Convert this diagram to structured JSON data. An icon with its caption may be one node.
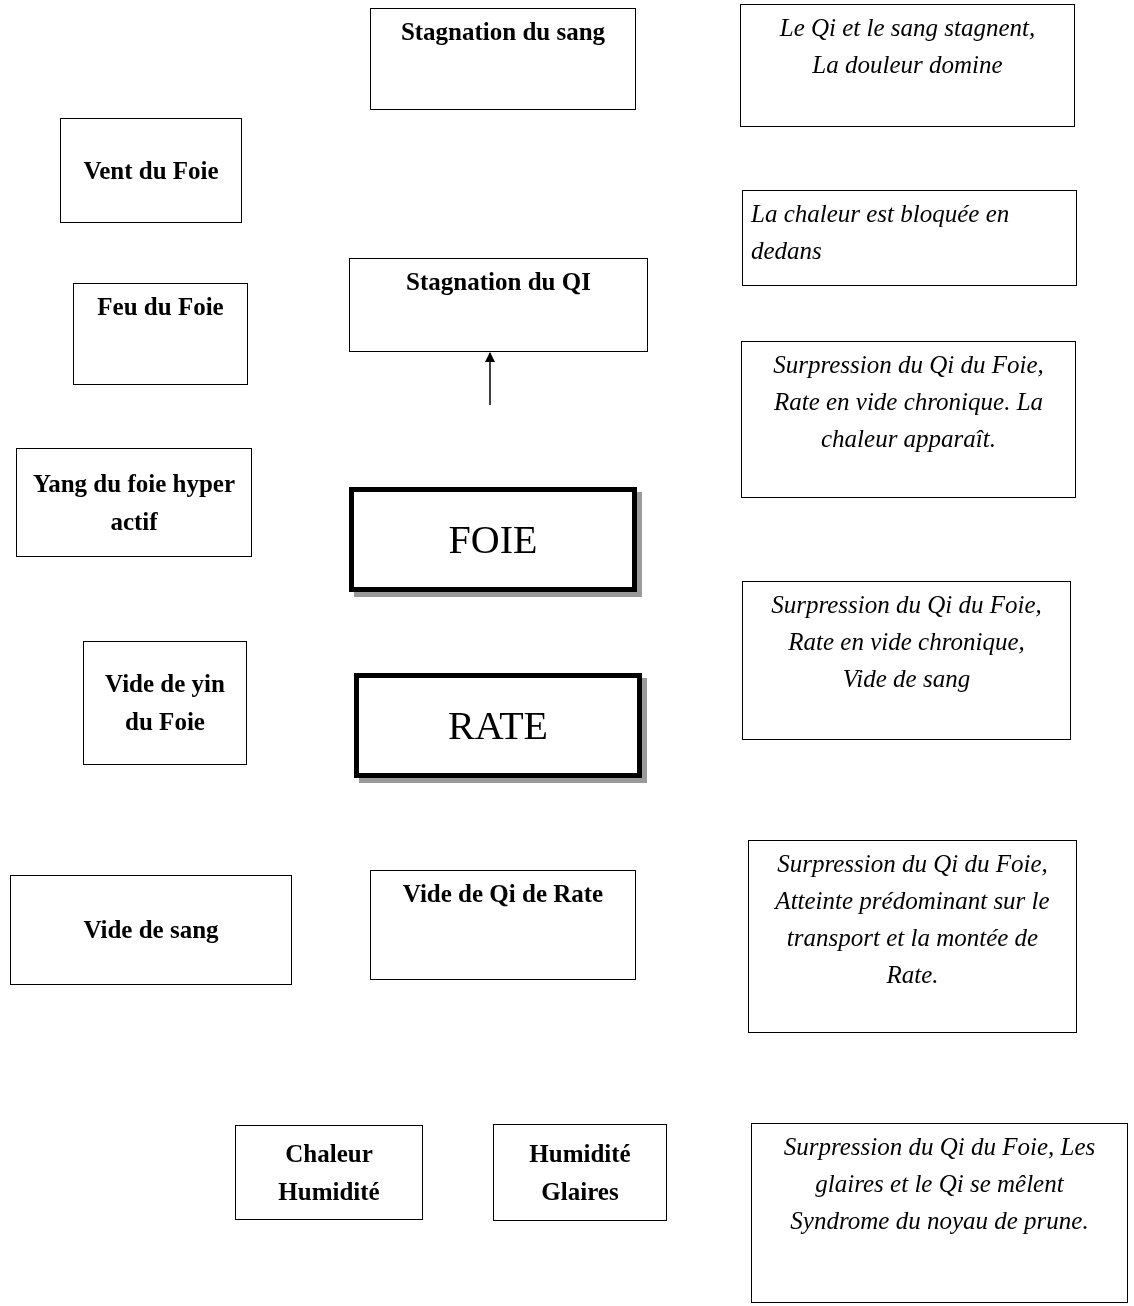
{
  "diagram": {
    "nodes": [
      {
        "text": [
          "Stagnation du sang"
        ]
      },
      {
        "text": [
          "Le Qi et le sang stagnent, La douleur domine"
        ]
      },
      {
        "text": [
          "Vent du Foie"
        ]
      },
      {
        "text": [
          "La chaleur est bloquée en dedans"
        ]
      },
      {
        "text": [
          "Feu du Foie"
        ]
      },
      {
        "text": [
          "Stagnation du QI"
        ]
      },
      {
        "text": [
          "Surpression du Qi du Foie, Rate en vide chronique. La chaleur apparaît."
        ]
      },
      {
        "text": [
          "Yang du foie hyper actif"
        ]
      },
      {
        "text": [
          "FOIE"
        ]
      },
      {
        "text": [
          "Surpression du Qi du Foie, Rate en vide chronique, Vide de sang"
        ]
      },
      {
        "text": [
          "Vide de yin du Foie"
        ]
      },
      {
        "text": [
          "RATE"
        ]
      },
      {
        "text": [
          "Vide de sang"
        ]
      },
      {
        "text": [
          "Vide de Qi de Rate"
        ]
      },
      {
        "text": [
          "Surpression du Qi du Foie, Atteinte prédominant sur le transport et la montée de Rate."
        ]
      },
      {
        "text": [
          "Chaleur Humidité"
        ]
      },
      {
        "text": [
          "Humidité Glaires"
        ]
      },
      {
        "text": [
          "Surpression du Qi du Foie, Les glaires et le Qi se mêlent Syndrome du noyau de prune."
        ]
      }
    ],
    "edges": [
      {
        "from": null,
        "to": 5,
        "arrow": "to"
      }
    ]
  }
}
